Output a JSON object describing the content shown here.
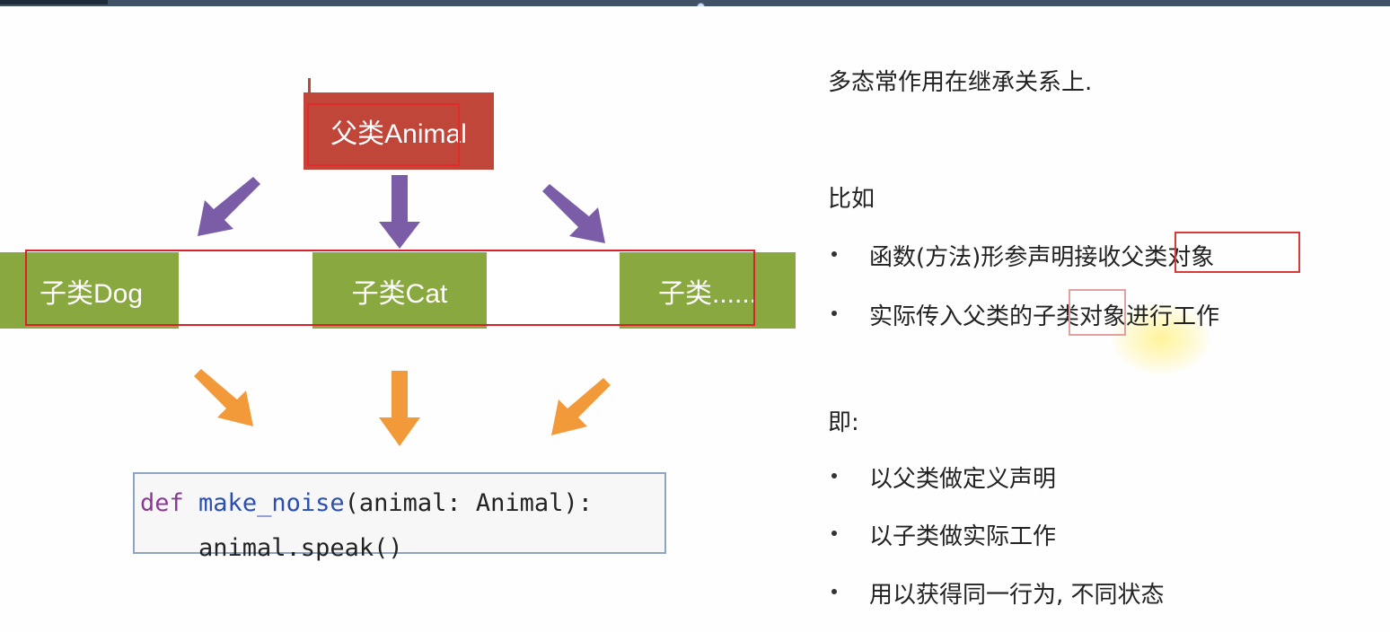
{
  "diagram": {
    "parent_label": "父类Animal",
    "children": [
      {
        "label": "子类Dog"
      },
      {
        "label": "子类Cat"
      },
      {
        "label": "子类......"
      }
    ],
    "code": {
      "line1_kw": "def",
      "line1_fn": "make_noise",
      "line1_rest": "(animal: Animal):",
      "line2": "    animal.speak()"
    }
  },
  "notes": {
    "intro": "多态常作用在继承关系上.",
    "example_title": "比如",
    "example_items": [
      {
        "prefix": "函数(方法)形参声明接收",
        "highlight": "父类对象"
      },
      {
        "prefix": "实际传入父类的",
        "highlight": "子类",
        "suffix": "对象进行工作"
      }
    ],
    "summary_title": "即:",
    "summary_items": [
      "以父类做定义声明",
      "以子类做实际工作",
      "用以获得同一行为, 不同状态"
    ]
  },
  "colors": {
    "parent": "#c0463a",
    "child": "#89a840",
    "arrow_purple": "#7a5da6",
    "arrow_orange": "#f29a3a",
    "highlight_red": "#d8212a"
  }
}
